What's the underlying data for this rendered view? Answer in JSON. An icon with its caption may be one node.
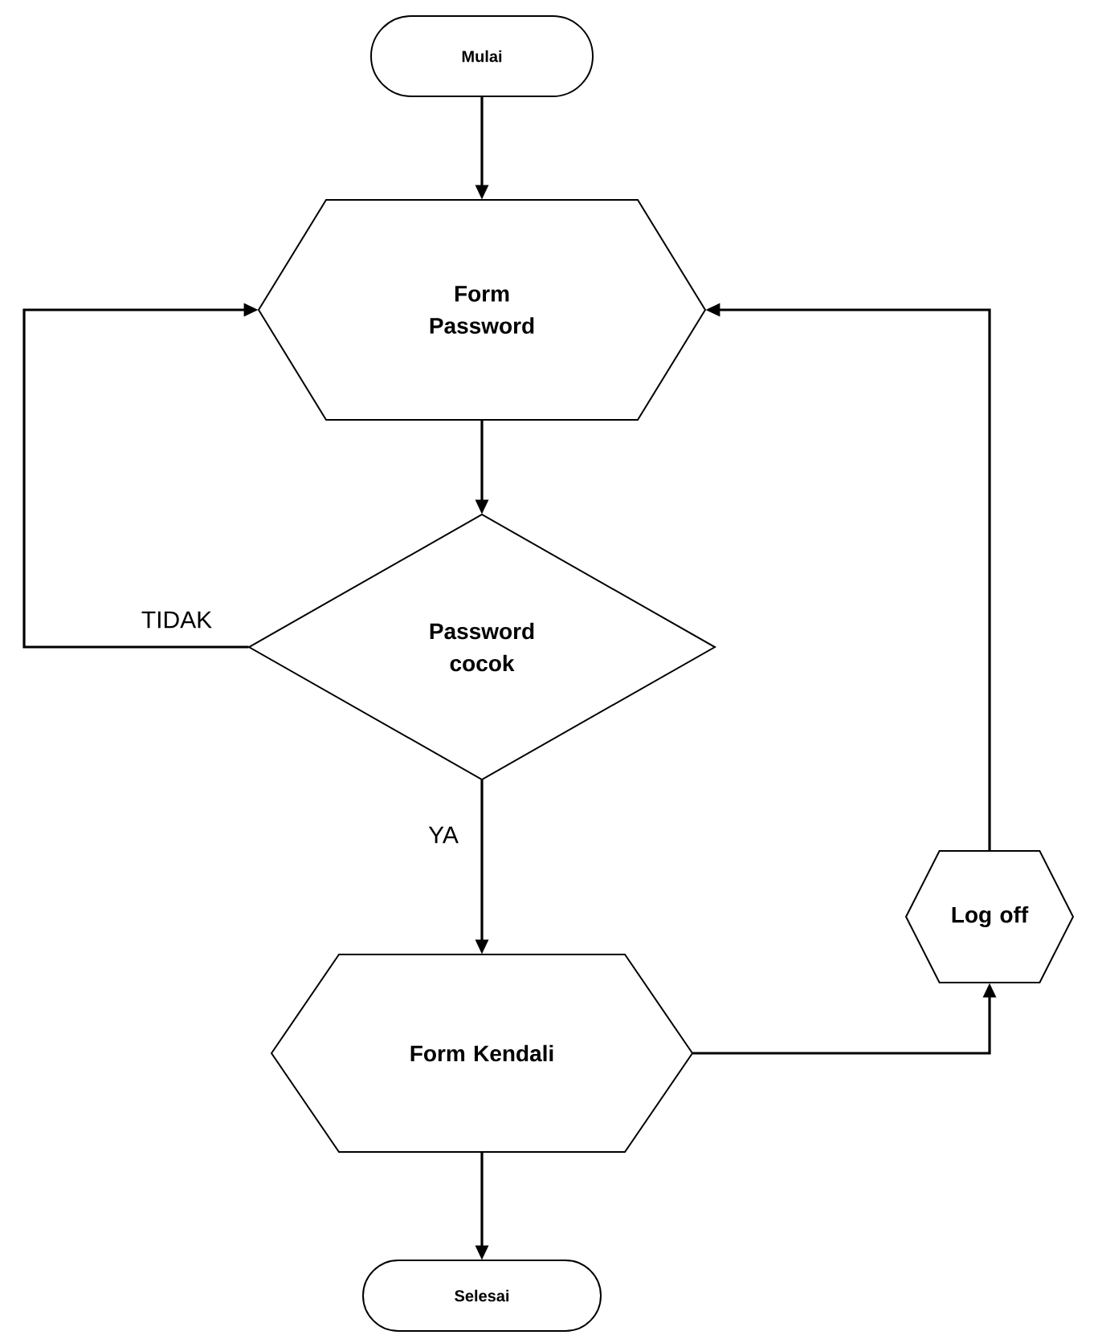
{
  "diagram": {
    "nodes": [
      {
        "text": [
          "Mulai"
        ]
      },
      {
        "text": [
          "Form Password"
        ]
      },
      {
        "text": [
          "Password cocok"
        ]
      },
      {
        "text": [
          "Log off"
        ]
      },
      {
        "text": [
          "Form Kendali"
        ]
      },
      {
        "text": [
          "Selesai"
        ]
      }
    ],
    "edges": [
      {
        "from": 0,
        "to": 1,
        "arrow": "to"
      },
      {
        "from": 1,
        "to": 2,
        "arrow": "to"
      },
      {
        "from": 2,
        "to": 1,
        "arrow": "to",
        "label": "TIDAK"
      },
      {
        "from": 2,
        "to": 4,
        "arrow": "to",
        "label": "YA"
      },
      {
        "from": 4,
        "to": 3,
        "arrow": "to"
      },
      {
        "from": 3,
        "to": 1,
        "arrow": "to"
      },
      {
        "from": 4,
        "to": 5,
        "arrow": "to"
      }
    ]
  }
}
